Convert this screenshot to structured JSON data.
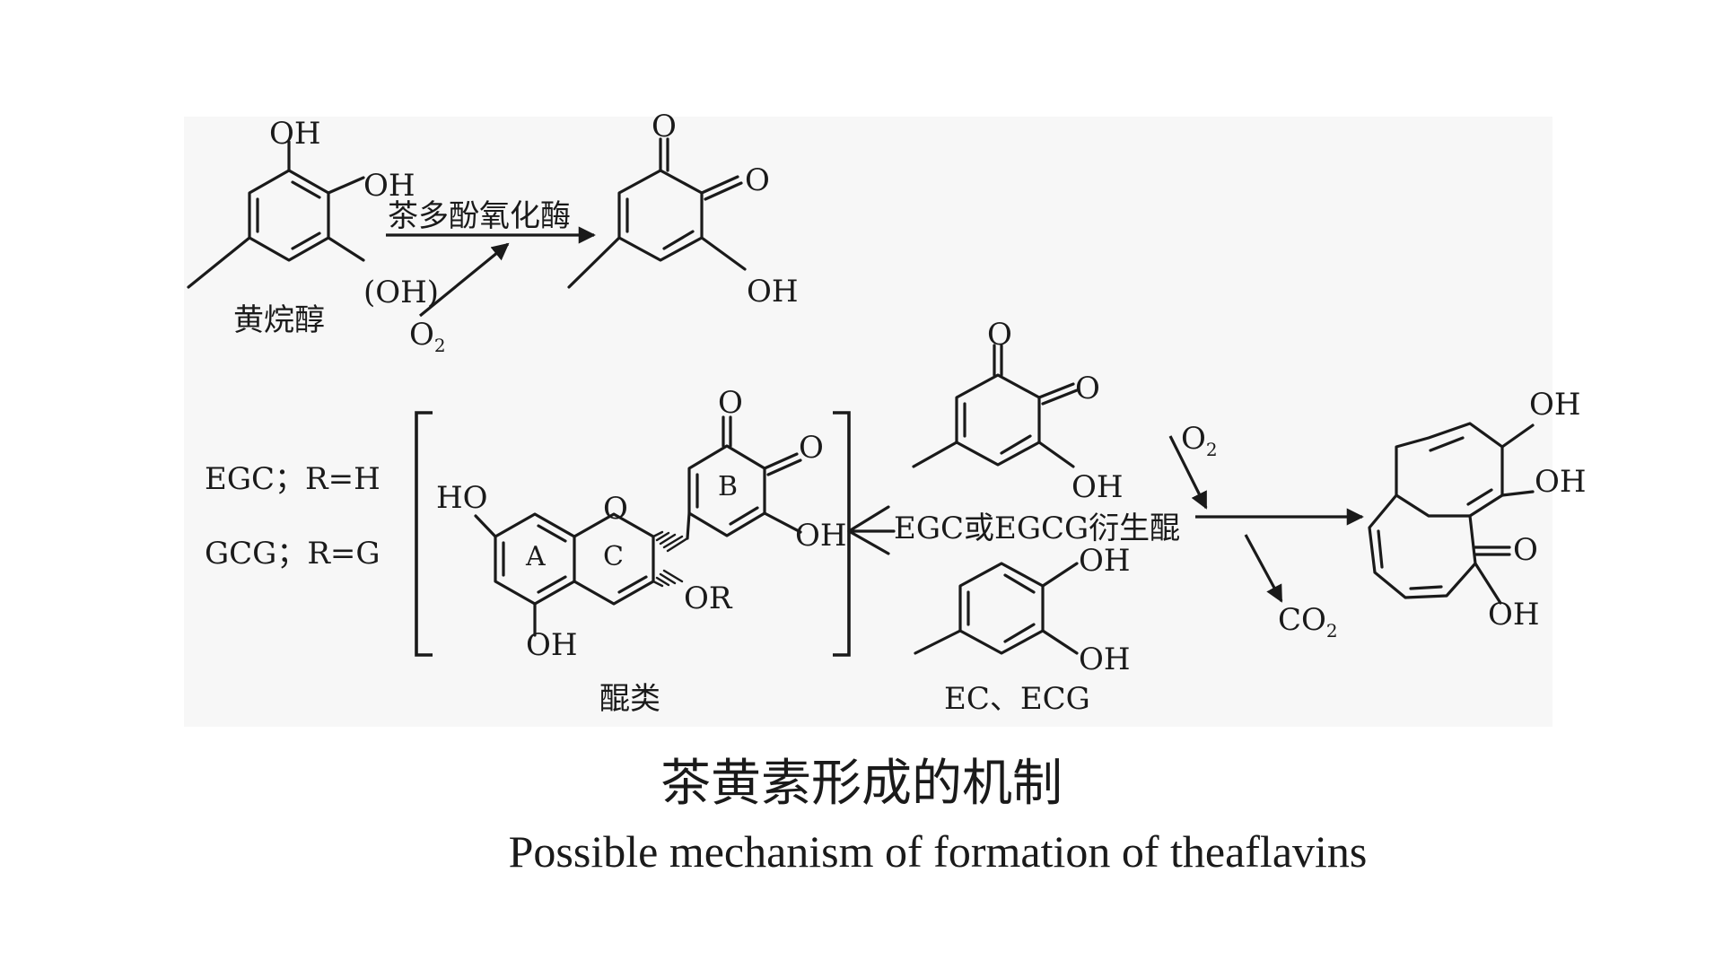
{
  "figure": {
    "caption_zh": "茶黄素形成的机制",
    "caption_en": "Possible mechanism of formation of theaflavins"
  },
  "top_reaction": {
    "reactant_label": "黄烷醇",
    "reactant_oh_top": "OH",
    "reactant_oh_mid": "OH",
    "reactant_oh_paren": "(OH)",
    "enzyme_label": "茶多酚氧化酶",
    "o2_base": "O",
    "o2_sub": "2",
    "product_o_top": "O",
    "product_o_right": "O",
    "product_oh": "OH"
  },
  "legend": {
    "line1": "EGC；R=H",
    "line2": "GCG；R=G"
  },
  "quinone": {
    "label": "醌类",
    "ho": "HO",
    "ring_o": "O",
    "ring_a": "A",
    "ring_b": "B",
    "ring_c": "C",
    "o_top": "O",
    "o_right": "O",
    "oh_right": "OH",
    "oh_bottom": "OH",
    "or_label": "OR"
  },
  "derivatives": {
    "egc_label": "EGC或EGCG衍生醌",
    "egc_o_top": "O",
    "egc_o_right": "O",
    "egc_oh": "OH",
    "ec_label": "EC、ECG",
    "ec_oh_top": "OH",
    "ec_oh_bottom": "OH"
  },
  "final": {
    "o2_base": "O",
    "o2_sub": "2",
    "co2_base": "CO",
    "co2_sub": "2",
    "oh_1": "OH",
    "oh_2": "OH",
    "o_keto": "O",
    "oh_3": "OH"
  }
}
